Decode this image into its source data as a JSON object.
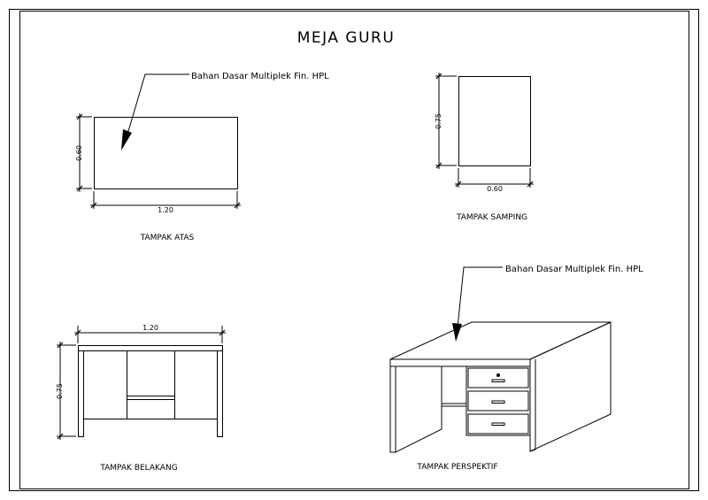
{
  "title": "MEJA GURU",
  "material_note": "Bahan Dasar Multiplek Fin. HPL",
  "views": {
    "top": {
      "label": "TAMPAK ATAS",
      "width_dim": "1.20",
      "depth_dim": "0.60"
    },
    "side": {
      "label": "TAMPAK SAMPING",
      "height_dim": "0.75",
      "depth_dim": "0.60"
    },
    "back": {
      "label": "TAMPAK BELAKANG",
      "width_dim": "1.20",
      "height_dim": "0.75"
    },
    "perspective": {
      "label": "TAMPAK PERSPEKTIF"
    }
  }
}
